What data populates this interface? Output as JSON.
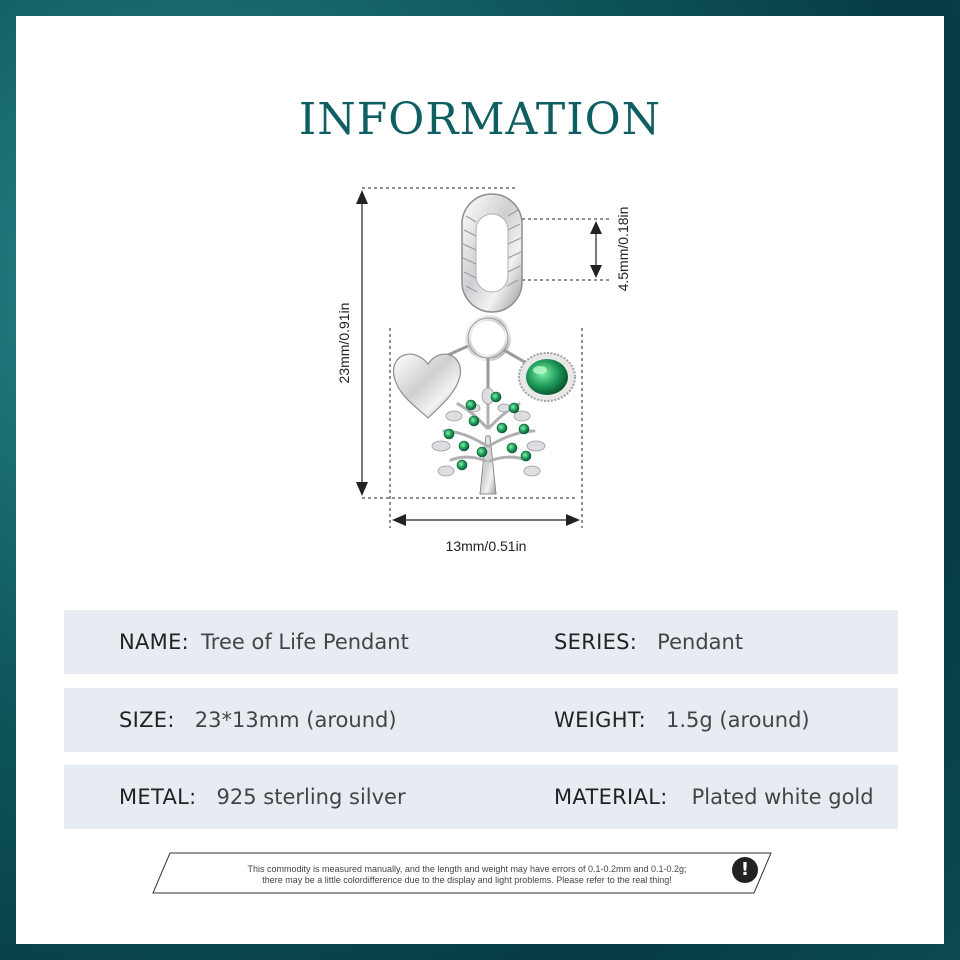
{
  "title": "INFORMATION",
  "dimensions": {
    "height": "23mm/0.91in",
    "width": "13mm/0.51in",
    "inner": "4.5mm/0.18in"
  },
  "specs": [
    {
      "label": "NAME:",
      "value": "Tree of Life Pendant"
    },
    {
      "label": "SERIES:",
      "value": "Pendant"
    },
    {
      "label": "SIZE:",
      "value": "23*13mm (around)"
    },
    {
      "label": "WEIGHT:",
      "value": "1.5g (around)"
    },
    {
      "label": "METAL:",
      "value": "925 sterling silver"
    },
    {
      "label": "MATERIAL:",
      "value": "Plated white gold"
    }
  ],
  "notice": {
    "line1": "This commodity is measured manually, and the length and weight may have errors of 0.1-0.2mm and 0.1-0.2g;",
    "line2": "there may be a little colordifference due to the display and light problems. Please refer to the real thing!",
    "icon": "!"
  },
  "colors": {
    "accent": "#0e5e62",
    "row_bg": "#e7ecf3",
    "gem_green": "#1e9a5a"
  }
}
